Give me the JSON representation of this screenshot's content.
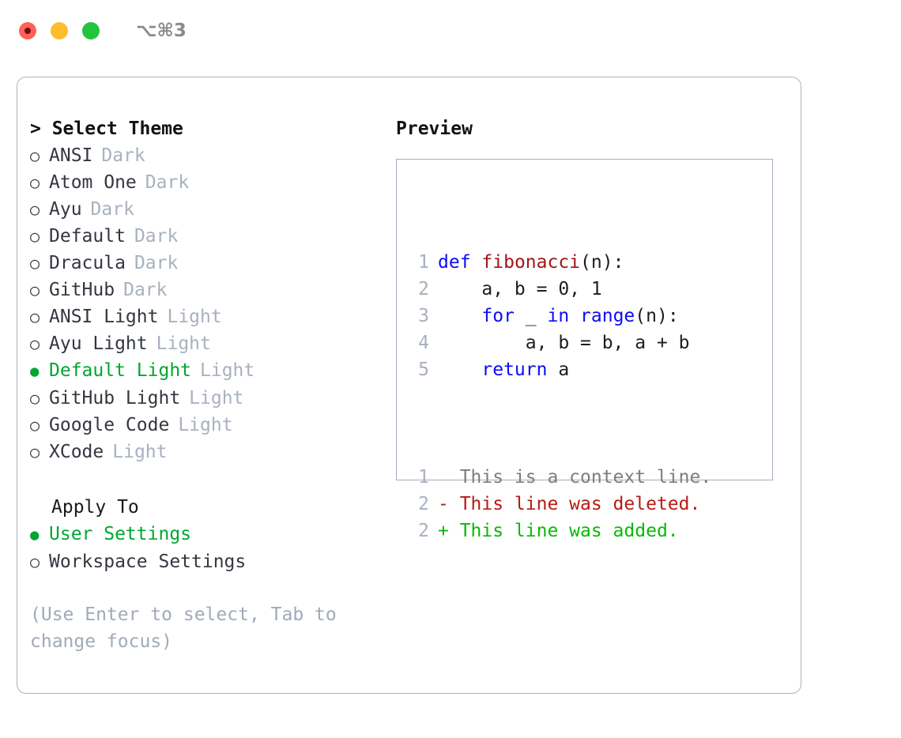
{
  "titlebar": {
    "shortcut": "⌥⌘3",
    "lights": [
      {
        "name": "close",
        "color": "#ff6059"
      },
      {
        "name": "minimize",
        "color": "#ffbd2e"
      },
      {
        "name": "maximize",
        "color": "#23c43d"
      }
    ]
  },
  "left": {
    "title": "> Select Theme",
    "themes": [
      {
        "marker": "○",
        "label": "ANSI",
        "tag": "Dark",
        "selected": false
      },
      {
        "marker": "○",
        "label": "Atom One",
        "tag": "Dark",
        "selected": false
      },
      {
        "marker": "○",
        "label": "Ayu",
        "tag": "Dark",
        "selected": false
      },
      {
        "marker": "○",
        "label": "Default",
        "tag": "Dark",
        "selected": false
      },
      {
        "marker": "○",
        "label": "Dracula",
        "tag": "Dark",
        "selected": false
      },
      {
        "marker": "○",
        "label": "GitHub",
        "tag": "Dark",
        "selected": false
      },
      {
        "marker": "○",
        "label": "ANSI Light",
        "tag": "Light",
        "selected": false
      },
      {
        "marker": "○",
        "label": "Ayu Light",
        "tag": "Light",
        "selected": false
      },
      {
        "marker": "●",
        "label": "Default Light",
        "tag": "Light",
        "selected": true
      },
      {
        "marker": "○",
        "label": "GitHub Light",
        "tag": "Light",
        "selected": false
      },
      {
        "marker": "○",
        "label": "Google Code",
        "tag": "Light",
        "selected": false
      },
      {
        "marker": "○",
        "label": "XCode",
        "tag": "Light",
        "selected": false
      }
    ],
    "apply_to": {
      "heading": "Apply To",
      "options": [
        {
          "marker": "●",
          "label": "User Settings",
          "selected": true
        },
        {
          "marker": "○",
          "label": "Workspace Settings",
          "selected": false
        }
      ]
    },
    "hint": "(Use Enter to select, Tab to change focus)"
  },
  "preview": {
    "title": "Preview",
    "code_lines": [
      {
        "no": "1",
        "tokens": [
          {
            "t": "def",
            "c": "kw"
          },
          {
            "t": " ",
            "c": "plain"
          },
          {
            "t": "fibonacci",
            "c": "fn"
          },
          {
            "t": "(n):",
            "c": "plain"
          }
        ]
      },
      {
        "no": "2",
        "tokens": [
          {
            "t": "    a, b = 0, 1",
            "c": "plain"
          }
        ]
      },
      {
        "no": "3",
        "tokens": [
          {
            "t": "    ",
            "c": "plain"
          },
          {
            "t": "for",
            "c": "kw"
          },
          {
            "t": " _ ",
            "c": "plain"
          },
          {
            "t": "in",
            "c": "kw"
          },
          {
            "t": " ",
            "c": "plain"
          },
          {
            "t": "range",
            "c": "kw"
          },
          {
            "t": "(n):",
            "c": "plain"
          }
        ]
      },
      {
        "no": "4",
        "tokens": [
          {
            "t": "        a, b = b, a + b",
            "c": "plain"
          }
        ]
      },
      {
        "no": "5",
        "tokens": [
          {
            "t": "    ",
            "c": "plain"
          },
          {
            "t": "return",
            "c": "kw"
          },
          {
            "t": " a",
            "c": "plain"
          }
        ]
      }
    ],
    "diff_lines": [
      {
        "no": "1",
        "kind": "ctx",
        "text": "  This is a context line."
      },
      {
        "no": "2",
        "kind": "del",
        "text": "- This line was deleted."
      },
      {
        "no": "2",
        "kind": "add",
        "text": "+ This line was added."
      }
    ]
  },
  "colors": {
    "accent_green": "#00a631",
    "muted": "#a8b1bf",
    "keyword_blue": "#0b0bf5",
    "function_red": "#a31515",
    "diff_delete": "#b81a14",
    "diff_add": "#04bb04",
    "border": "#aab3c0"
  }
}
